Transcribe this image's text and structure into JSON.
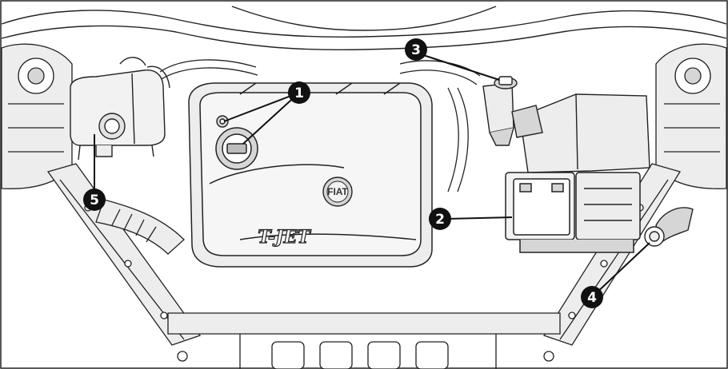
{
  "colors": {
    "line": "#222222",
    "fill_light": "#ededed",
    "fill_mid": "#d6d6d6",
    "background": "#ffffff",
    "callout_fill": "#111111",
    "callout_text": "#ffffff"
  },
  "engine_cover": {
    "badge": "FIAT",
    "script_logo": "T-JET"
  },
  "callouts": [
    {
      "id": "1",
      "label": "1"
    },
    {
      "id": "2",
      "label": "2"
    },
    {
      "id": "3",
      "label": "3"
    },
    {
      "id": "4",
      "label": "4"
    },
    {
      "id": "5",
      "label": "5"
    }
  ]
}
